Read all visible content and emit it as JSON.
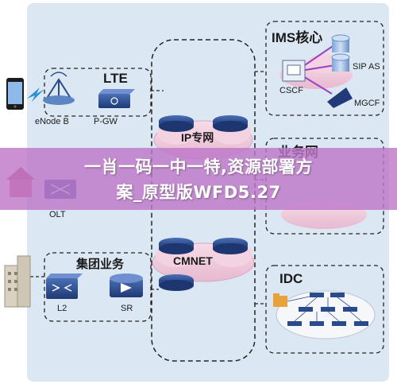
{
  "groups": {
    "lte": "LTE",
    "ims": "IMS核心",
    "ip": "IP专网",
    "service": "业务网",
    "enterprise": "集团业务",
    "cmnet": "CMNET",
    "idc": "IDC"
  },
  "nodes": {
    "enodeb": "eNode B",
    "pgw": "P-GW",
    "cscf": "CSCF",
    "sipas": "SIP AS",
    "mgcf": "MGCF",
    "olt": "OLT",
    "l2": "L2",
    "sr": "SR"
  },
  "banner": {
    "line1": "一肖一码一中一特,资源部署方",
    "line2": "案_原型版WFD5.27"
  }
}
